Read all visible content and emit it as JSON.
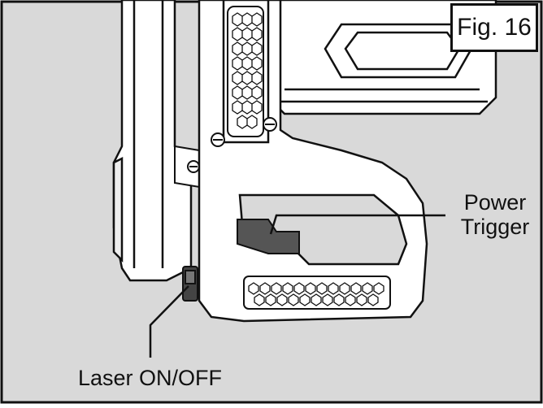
{
  "figure": {
    "label": "Fig. 16"
  },
  "callouts": {
    "power_trigger_line1": "Power",
    "power_trigger_line2": "Trigger",
    "laser": "Laser ON/OFF"
  },
  "colors": {
    "background": "#d9d9d9",
    "outline": "#111111",
    "tool_body": "#ffffff",
    "trigger": "#555555"
  }
}
